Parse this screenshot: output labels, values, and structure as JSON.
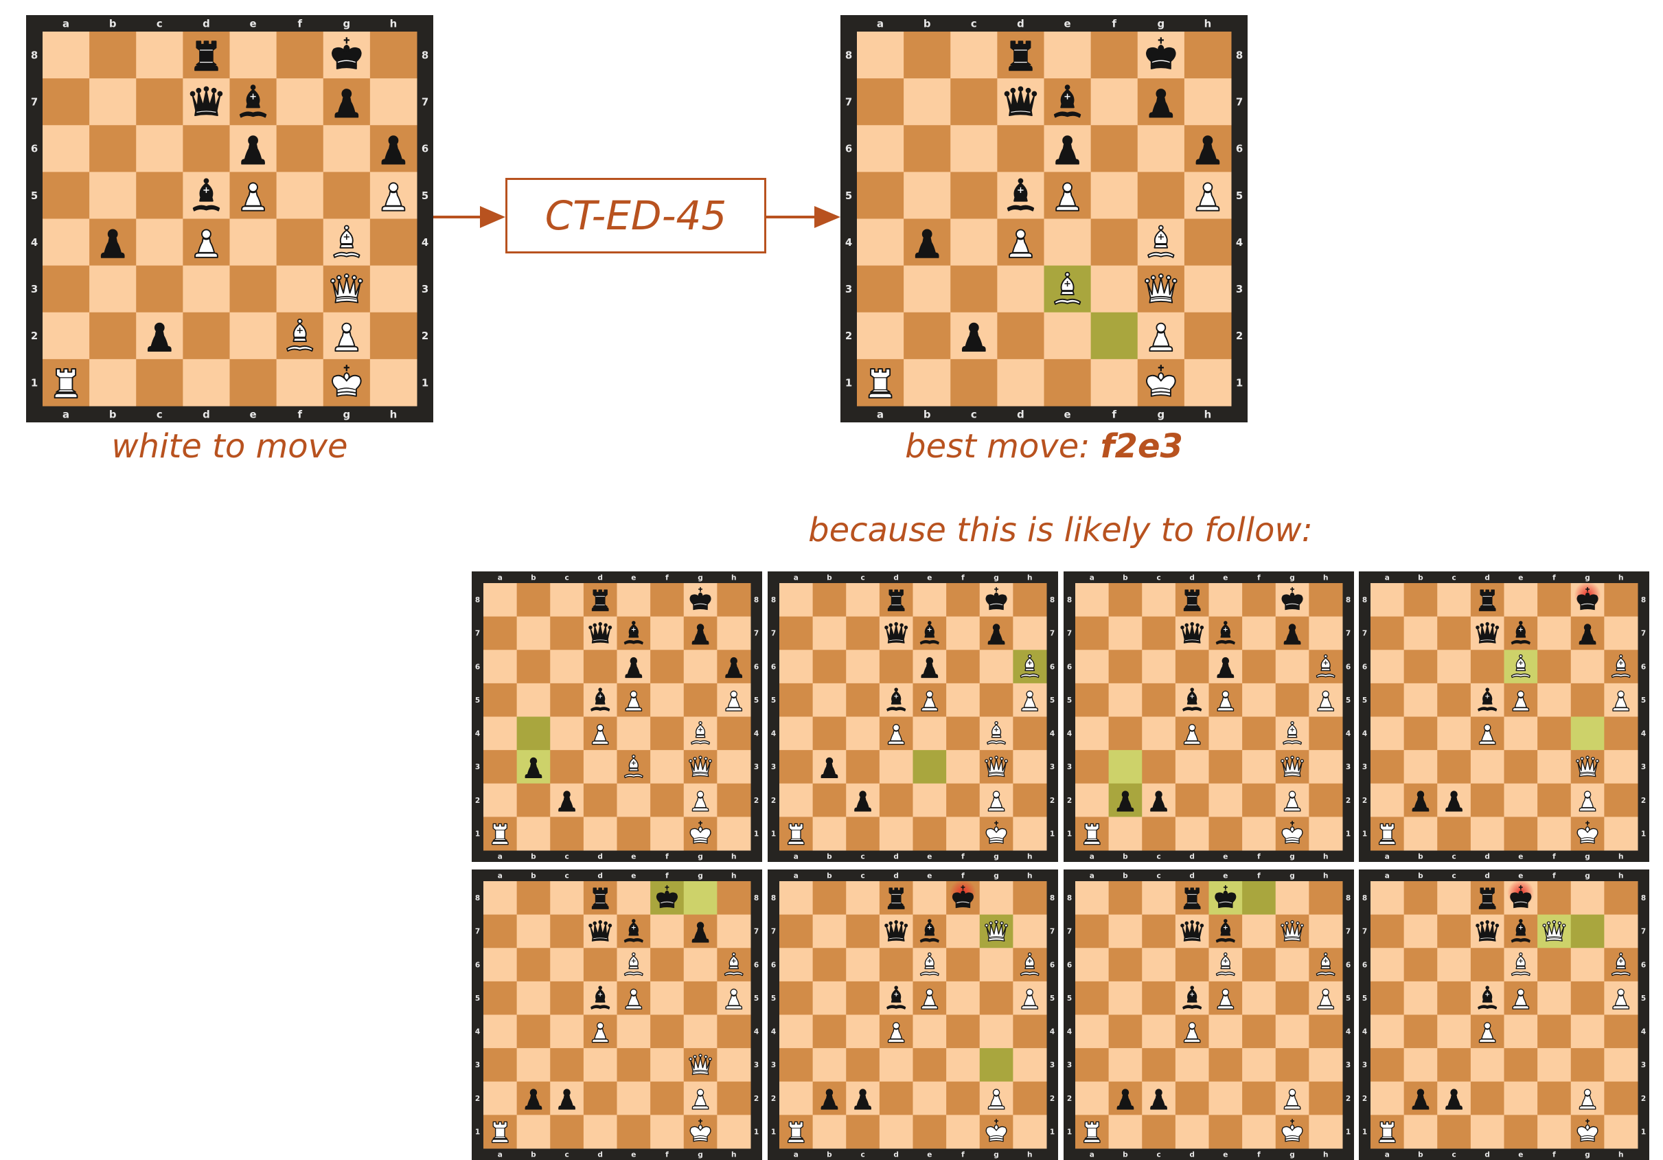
{
  "colors": {
    "light": "#fcceA0",
    "dark": "#d28c48",
    "frame": "#262421",
    "coord": "#e8e8e8",
    "highlight_dark": "#a9a63e",
    "highlight_light": "#cdd26a",
    "accent": "#b8521f",
    "check": "#e8302a"
  },
  "files": [
    "a",
    "b",
    "c",
    "d",
    "e",
    "f",
    "g",
    "h"
  ],
  "ranks": [
    "8",
    "7",
    "6",
    "5",
    "4",
    "3",
    "2",
    "1"
  ],
  "model": {
    "label": "CT-ED-45"
  },
  "captions": {
    "left": "white to move",
    "right_prefix": "best move: ",
    "right_move": "f2e3",
    "follow": "because this is likely to follow:"
  },
  "boards": {
    "start": {
      "fen": "3r2k1/3qb1p1/4p2p/3bP2P/1p1P2B1/6Q1/2p2BP1/R5K1",
      "hl": [],
      "check": ""
    },
    "best": {
      "fen": "3r2k1/3qb1p1/4p2p/3bP2P/1p1P2B1/4B1Q1/2p3P1/R5K1",
      "hl": [
        "f2",
        "e3"
      ],
      "check": ""
    },
    "seq": [
      {
        "fen": "3r2k1/3qb1p1/4p2p/3bP2P/3P2B1/1p2B1Q1/2p3P1/R5K1",
        "hl": [
          "b4",
          "b3"
        ],
        "check": ""
      },
      {
        "fen": "3r2k1/3qb1p1/4p2B/3bP2P/3P2B1/1p4Q1/2p3P1/R5K1",
        "hl": [
          "e3",
          "h6"
        ],
        "check": ""
      },
      {
        "fen": "3r2k1/3qb1p1/4p2B/3bP2P/3P2B1/6Q1/1pp3P1/R5K1",
        "hl": [
          "b3",
          "b2"
        ],
        "check": ""
      },
      {
        "fen": "3r2k1/3qb1p1/4B2B/3bP2P/3P4/6Q1/1pp3P1/R5K1",
        "hl": [
          "g4",
          "e6"
        ],
        "check": "g8"
      },
      {
        "fen": "3r1k2/3qb1p1/4B2B/3bP2P/3P4/6Q1/1pp3P1/R5K1",
        "hl": [
          "g8",
          "f8"
        ],
        "check": ""
      },
      {
        "fen": "3r1k2/3qb1Q1/4B2B/3bP2P/3P4/8/1pp3P1/R5K1",
        "hl": [
          "g3",
          "g7"
        ],
        "check": "f8"
      },
      {
        "fen": "3rk3/3qb1Q1/4B2B/3bP2P/3P4/8/1pp3P1/R5K1",
        "hl": [
          "f8",
          "e8"
        ],
        "check": ""
      },
      {
        "fen": "3rk3/3qbQ2/4B2B/3bP2P/3P4/8/1pp3P1/R5K1",
        "hl": [
          "g7",
          "f7"
        ],
        "check": "e8"
      }
    ]
  }
}
